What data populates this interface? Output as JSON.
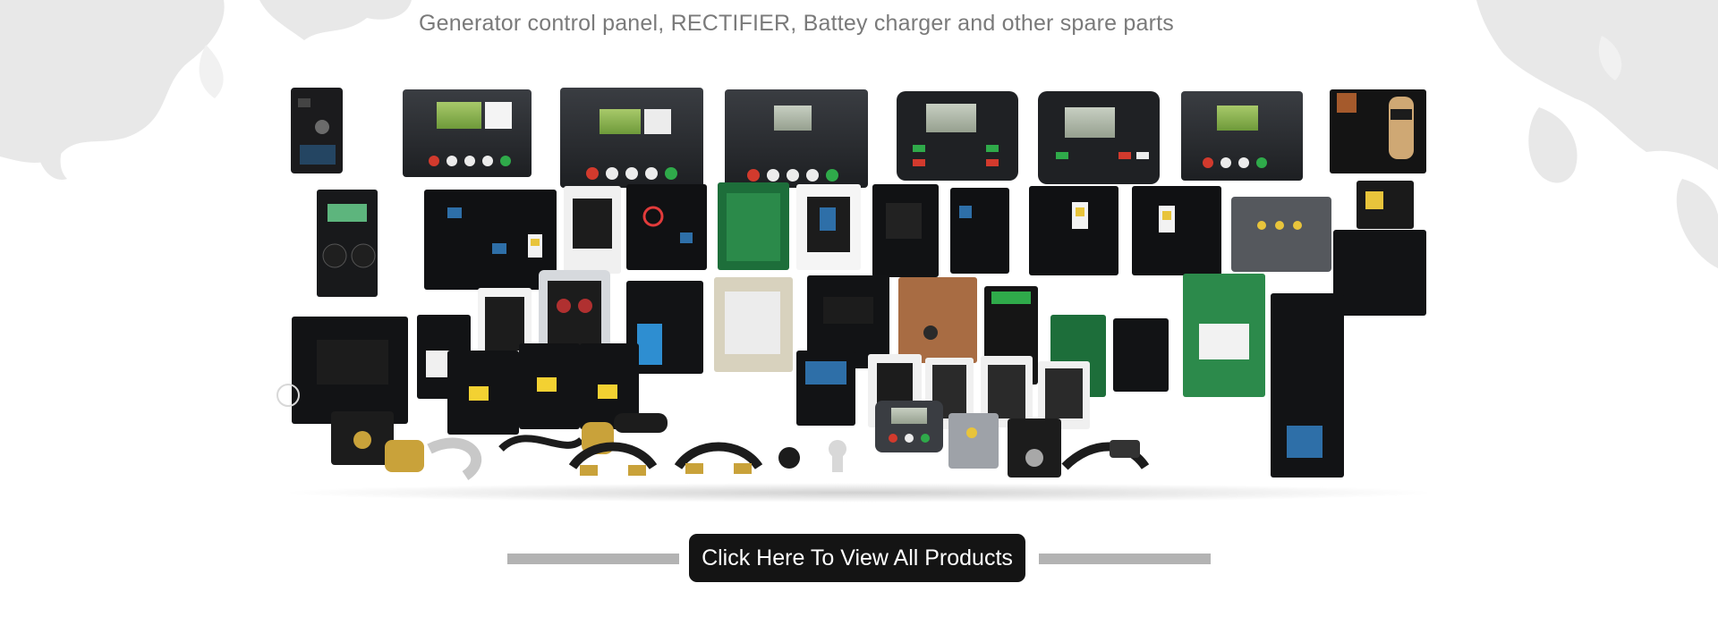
{
  "header": {
    "subtitle": "Generator control panel, RECTIFIER, Battey charger and other spare parts"
  },
  "hero": {
    "image_subject": "product-collage",
    "products": [
      "controller",
      "control-panel",
      "control-panel",
      "control-panel",
      "controller",
      "controller",
      "control-panel",
      "avr-board",
      "avr-board",
      "avr-board",
      "avr-board",
      "avr-board",
      "avr-board",
      "avr-board",
      "avr-board",
      "avr-board",
      "avr-board",
      "remote-panel",
      "avr-board",
      "avr-board",
      "avr-board",
      "avr-board",
      "avr-board",
      "avr-board",
      "avr-board",
      "avr-board",
      "avr-board",
      "battery-charger",
      "avr-board",
      "avr-board",
      "rectifier",
      "rectifier",
      "sensor",
      "actuator",
      "controller",
      "keypad"
    ]
  },
  "cta": {
    "label": "Click Here To View All Products"
  },
  "colors": {
    "subtitle_text": "#7a7a7a",
    "button_background": "#141414",
    "button_text": "#ffffff",
    "divider_lines": "#b3b3b3",
    "map_background": "#ececec"
  }
}
